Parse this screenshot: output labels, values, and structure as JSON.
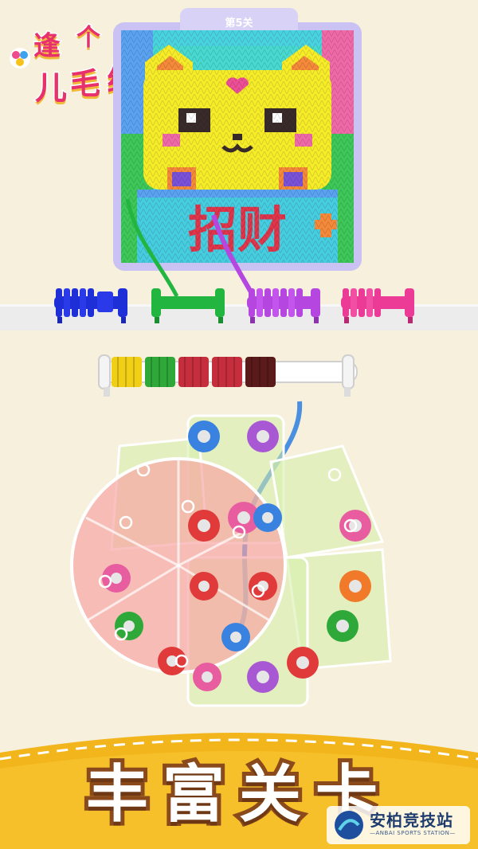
{
  "logo": {
    "chars": [
      "逢",
      "个",
      "儿",
      "毛",
      "线"
    ]
  },
  "level": {
    "label": "第5关"
  },
  "pixel_art": {
    "subject": "cat",
    "banner_text": "招财"
  },
  "shelf_spools": [
    {
      "color": "#1f2fd8"
    },
    {
      "color": "#22b640"
    },
    {
      "color": "#b646e0"
    },
    {
      "color": "#ec3a97"
    }
  ],
  "holder_rack": {
    "segments": [
      "#f0cf16",
      "#2fa83a",
      "#c62e3e",
      "#c62e3e",
      "#5a1a1a"
    ]
  },
  "board_pegs": [
    "#3a82e0",
    "#a958d4",
    "#e03a3a",
    "#e85da0",
    "#3a82e0",
    "#f07a2a",
    "#2fa83a",
    "#e85da0",
    "#e03a3a",
    "#a958d4"
  ],
  "banner": {
    "title": "丰富关卡"
  },
  "watermark": {
    "name": "安柏竞技站",
    "sub": "—ANBAI SPORTS STATION—"
  }
}
